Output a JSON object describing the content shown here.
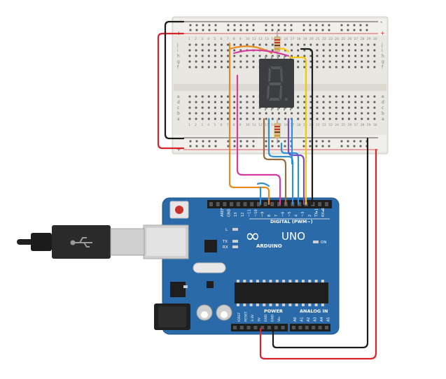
{
  "breadboard": {
    "rows_top": [
      "j",
      "i",
      "h",
      "g",
      "f"
    ],
    "rows_bottom": [
      "e",
      "d",
      "c",
      "b",
      "a"
    ],
    "col_numbers": [
      "1",
      "2",
      "3",
      "4",
      "5",
      "6",
      "7",
      "8",
      "9",
      "10",
      "11",
      "12",
      "13",
      "14",
      "15",
      "16",
      "17",
      "18",
      "19",
      "20",
      "21",
      "22",
      "23",
      "24",
      "25",
      "26",
      "27",
      "28",
      "29",
      "30"
    ],
    "rail_plus": "+",
    "rail_minus": "-"
  },
  "display": {
    "digit": "8."
  },
  "arduino": {
    "brand": "ARDUINO",
    "model": "UNO",
    "logo_symbol": "∞",
    "on_label": "ON",
    "led_l": "L",
    "led_tx": "TX",
    "led_rx": "RX",
    "digital_title": "DIGITAL (PWM~)",
    "digital_pins": [
      "AREF",
      "GND",
      "13",
      "12",
      "~11",
      "~10",
      "~9",
      "8",
      "7",
      "~6",
      "~5",
      "4",
      "~3",
      "2",
      "TX▸1",
      "RX◂0"
    ],
    "power_title": "POWER",
    "power_pins": [
      "IOREF",
      "RESET",
      "3.3V",
      "5V",
      "GND",
      "GND",
      "Vin"
    ],
    "analog_title": "ANALOG IN",
    "analog_pins": [
      "A0",
      "A1",
      "A2",
      "A3",
      "A4",
      "A5"
    ]
  },
  "colors": {
    "breadboard": "#e9e7e2",
    "arduino": "#2b6aa8",
    "wire_red": "#d8232a",
    "wire_black": "#1a1a1a",
    "wire_orange": "#e98a1e",
    "wire_magenta": "#d63c9e",
    "wire_brown": "#9b6a3c",
    "wire_blue": "#2f8fd8",
    "wire_purple": "#7a4cc2",
    "wire_yellow": "#f2c712",
    "display_body": "#3b3d40",
    "segment_off": "#55585c"
  }
}
